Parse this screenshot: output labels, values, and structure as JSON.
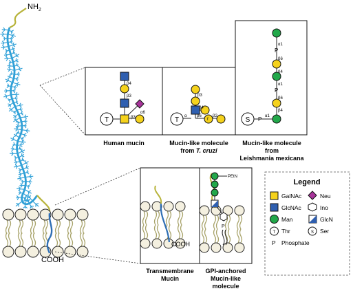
{
  "protein": {
    "n_term": "NH",
    "n_term_sub": "2",
    "c_term": "COOH"
  },
  "panels": {
    "human_mucin": {
      "caption": "Human mucin",
      "thr": "T",
      "links": [
        "β4",
        "β3",
        "β3",
        "α6"
      ]
    },
    "tcruzi": {
      "caption_line1": "Mucin-like molecule",
      "caption_line2_prefix": "from ",
      "caption_line2_italic": "T. cruzi",
      "thr": "T",
      "links": [
        "β3",
        "β4",
        "β6",
        "β2",
        "α"
      ]
    },
    "leish": {
      "caption_line1": "Mucin-like molecule",
      "caption_line2": "from",
      "caption_line3": "Leishmania mexicana",
      "ser": "S",
      "phos": "P",
      "links": [
        "α1",
        "β6",
        "β4",
        "α1",
        "β6",
        "β4",
        "α1"
      ]
    },
    "transmembrane": {
      "caption_line1": "Transmembrane",
      "caption_line2": "Mucin",
      "cooh": "COOH"
    },
    "gpi": {
      "caption_line1": "GPI-anchored",
      "caption_line2": "Mucin-like",
      "caption_line3": "molecule",
      "petn": "PEtN",
      "p": "P"
    }
  },
  "legend": {
    "title": "Legend",
    "items": [
      {
        "name": "GalNAc",
        "icon": "yellow-square-icon"
      },
      {
        "name": "Neu",
        "icon": "purple-diamond-icon"
      },
      {
        "name": "GlcNAc",
        "icon": "blue-square-icon"
      },
      {
        "name": "Ino",
        "icon": "hexagon-icon"
      },
      {
        "name": "Man",
        "icon": "green-circle-icon"
      },
      {
        "name": "GlcN",
        "icon": "half-square-icon"
      },
      {
        "name": "Thr",
        "symbol": "T"
      },
      {
        "name": "Ser",
        "symbol": "S"
      },
      {
        "name": "Phosphate",
        "symbol": "P"
      }
    ]
  },
  "colors": {
    "galnac": "#f5d21c",
    "glcnac": "#2f5fb0",
    "man": "#22a84a",
    "neu": "#a8349a",
    "chain": "#2f9fd6",
    "tail": "#b7b33a"
  }
}
